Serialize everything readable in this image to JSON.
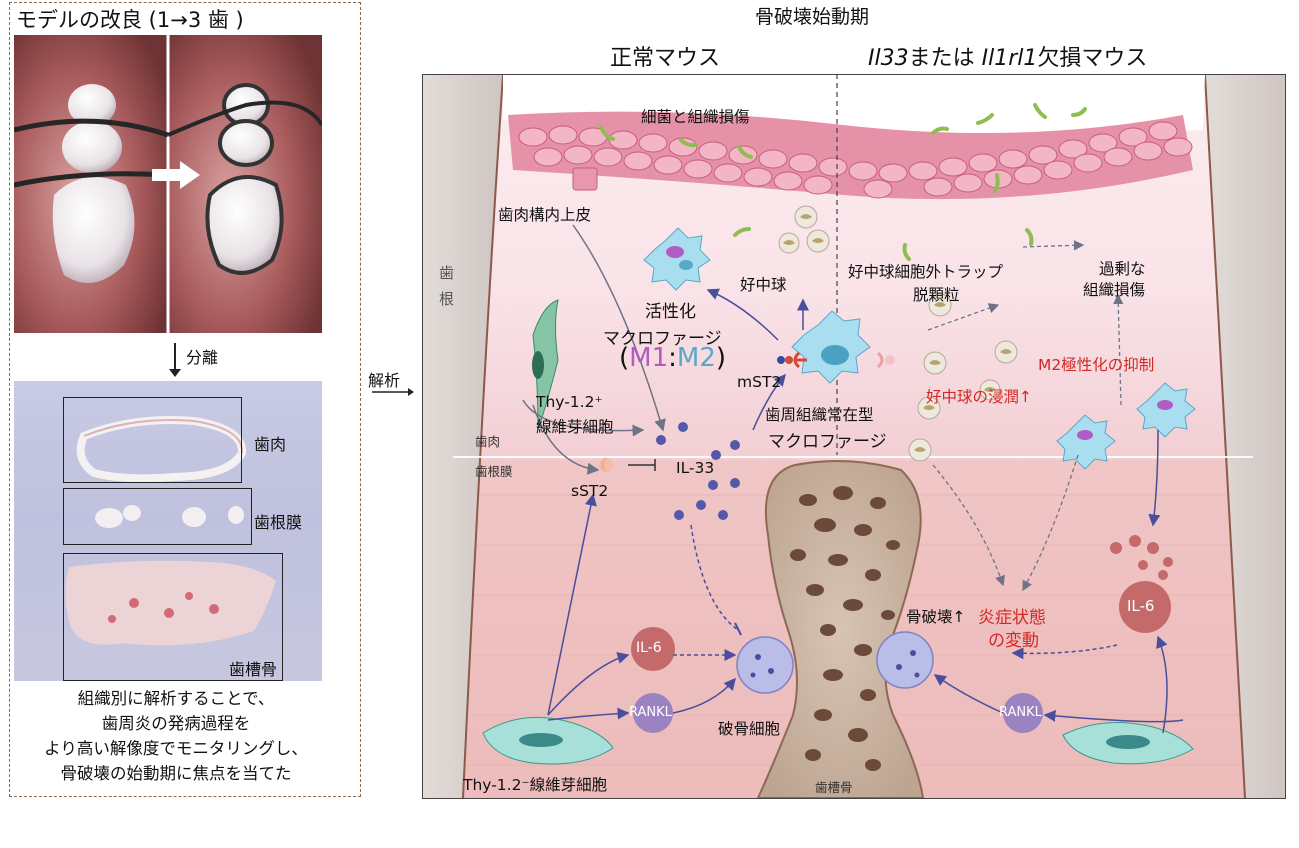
{
  "left_panel": {
    "title": "モデルの改良 (1→3 歯 )",
    "separation_label": "分離",
    "tissue_labels": {
      "gingiva": "歯肉",
      "pdl": "歯根膜",
      "bone": "歯槽骨"
    },
    "caption": [
      "組織別に解析することで、",
      "歯周炎の発病過程を",
      "より高い解像度でモニタリングし、",
      "骨破壊の始動期に焦点を当てた"
    ]
  },
  "analysis_label": "解析",
  "diagram": {
    "phase_title": "骨破壊始動期",
    "normal_title": "正常マウス",
    "ko_title": {
      "gene1": "Il33",
      "connector": "または ",
      "gene2": "Il1rl1",
      "suffix": "欠損マウス"
    },
    "labels": {
      "tooth_root": "歯根",
      "bacteria": "細菌と組織損傷",
      "sulcular_epithelium": "歯肉構内上皮",
      "activated_macrophage_1": "活性化",
      "activated_macrophage_2": "マクロファージ",
      "m1": "M1",
      "colon": ":",
      "m2": "M2",
      "neutrophil": "好中球",
      "mst2": "mST2",
      "resident_macrophage_1": "歯周組織常在型",
      "resident_macrophage_2": "マクロファージ",
      "thy_pos_1": "Thy-1.2⁺",
      "thy_pos_2": "線維芽細胞",
      "gingiva": "歯肉",
      "pdl": "歯根膜",
      "sst2": "sST2",
      "il33": "IL-33",
      "il6": "IL-6",
      "rankl": "RANKL",
      "osteoclast": "破骨細胞",
      "alveolar_bone": "歯槽骨",
      "thy_neg": "Thy-1.2⁻線維芽細胞",
      "net_1": "好中球細胞外トラップ",
      "net_2": "脱顆粒",
      "excess_damage_1": "過剰な",
      "excess_damage_2": "組織損傷",
      "m2_suppression": "M2極性化の抑制",
      "neutrophil_infiltration": "好中球の浸潤↑",
      "bone_destruction": "骨破壊↑",
      "inflammation_1": "炎症状態",
      "inflammation_2": "の変動",
      "il6_right": "IL-6",
      "rankl_right": "RANKL"
    }
  },
  "colors": {
    "red_text": "#d12a26",
    "m1": "#b05cc4",
    "m2": "#5aa8c8",
    "il33_dots": "#5458a8",
    "il6": "#c46a6a",
    "rankl": "#9a83c0",
    "arrow": "#4a4e9c"
  }
}
